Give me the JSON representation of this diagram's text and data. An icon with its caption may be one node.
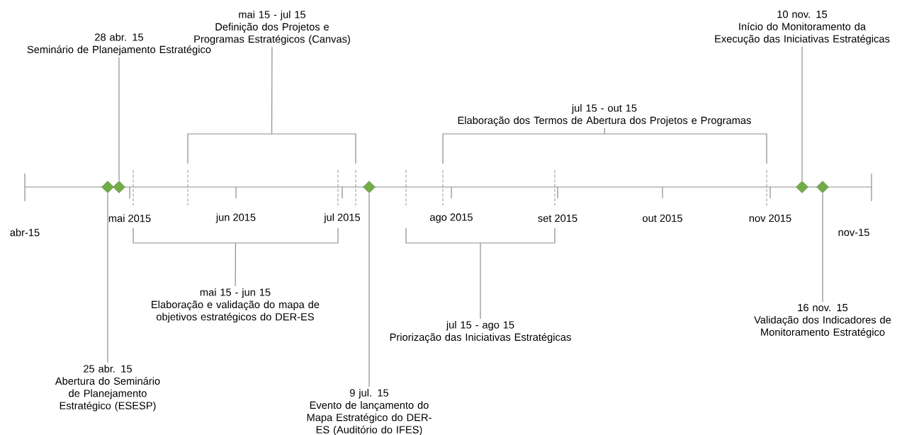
{
  "diagram": {
    "nodes": [
      {
        "text": [
          "mai 15 - jul 15",
          "Definição dos Projetos e Programas Estratégicos (Canvas)"
        ]
      },
      {
        "text": [
          "28 abr. 15",
          "Seminário de Planejamento Estratégico"
        ]
      },
      {
        "text": [
          "10 nov. 15",
          "Início do Monitoramento da Execução das Iniciativas Estratégicas"
        ]
      },
      {
        "text": [
          "jul 15 - out 15",
          "Elaboração dos Termos de Abertura dos Projetos e Programas"
        ]
      },
      {
        "text": [],
        "shape": "bracket"
      },
      {
        "text": [],
        "shape": "bracket"
      },
      {
        "text": [],
        "shape": "diamond"
      },
      {
        "text": [],
        "shape": "diamond"
      },
      {
        "text": [],
        "shape": "diamond"
      },
      {
        "text": [],
        "shape": "diamond"
      },
      {
        "text": [],
        "shape": "diamond"
      },
      {
        "text": [],
        "shape": "bracket"
      },
      {
        "text": [],
        "shape": "bracket"
      },
      {
        "text": [
          "mai 15 - jun 15",
          "Elaboração e validação do mapa de objetivos estratégicos do DER-ES"
        ]
      },
      {
        "text": [
          "jul 15 - ago 15",
          "Priorização das Iniciativas Estratégicas"
        ]
      },
      {
        "text": [
          "16 nov. 15",
          "Validação dos Indicadores de Monitoramento Estratégico"
        ]
      },
      {
        "text": [
          "25 abr. 15",
          "Abertura do Seminário de Planejamento Estratégico (ESESP)"
        ]
      },
      {
        "text": [
          "9 jul. 15",
          "Evento de lançamento do Mapa Estratégico do DER-ES (Auditório do IFES)"
        ]
      }
    ],
    "edges": [
      {
        "from": 0,
        "to": 4,
        "arrow": "none"
      },
      {
        "from": 1,
        "to": 7,
        "arrow": "none"
      },
      {
        "from": 2,
        "to": 9,
        "arrow": "none"
      },
      {
        "from": 3,
        "to": 5,
        "arrow": "none"
      },
      {
        "from": 13,
        "to": 11,
        "arrow": "none"
      },
      {
        "from": 14,
        "to": 12,
        "arrow": "none"
      },
      {
        "from": 15,
        "to": 10,
        "arrow": "none"
      },
      {
        "from": 16,
        "to": 6,
        "arrow": "none"
      },
      {
        "from": 17,
        "to": 8,
        "arrow": "none"
      }
    ],
    "labels": [
      "mai 2015",
      "jun 2015",
      "jul 2015",
      "ago 2015",
      "set 2015",
      "out 2015",
      "nov 2015",
      "abr-15",
      "nov-15"
    ]
  }
}
